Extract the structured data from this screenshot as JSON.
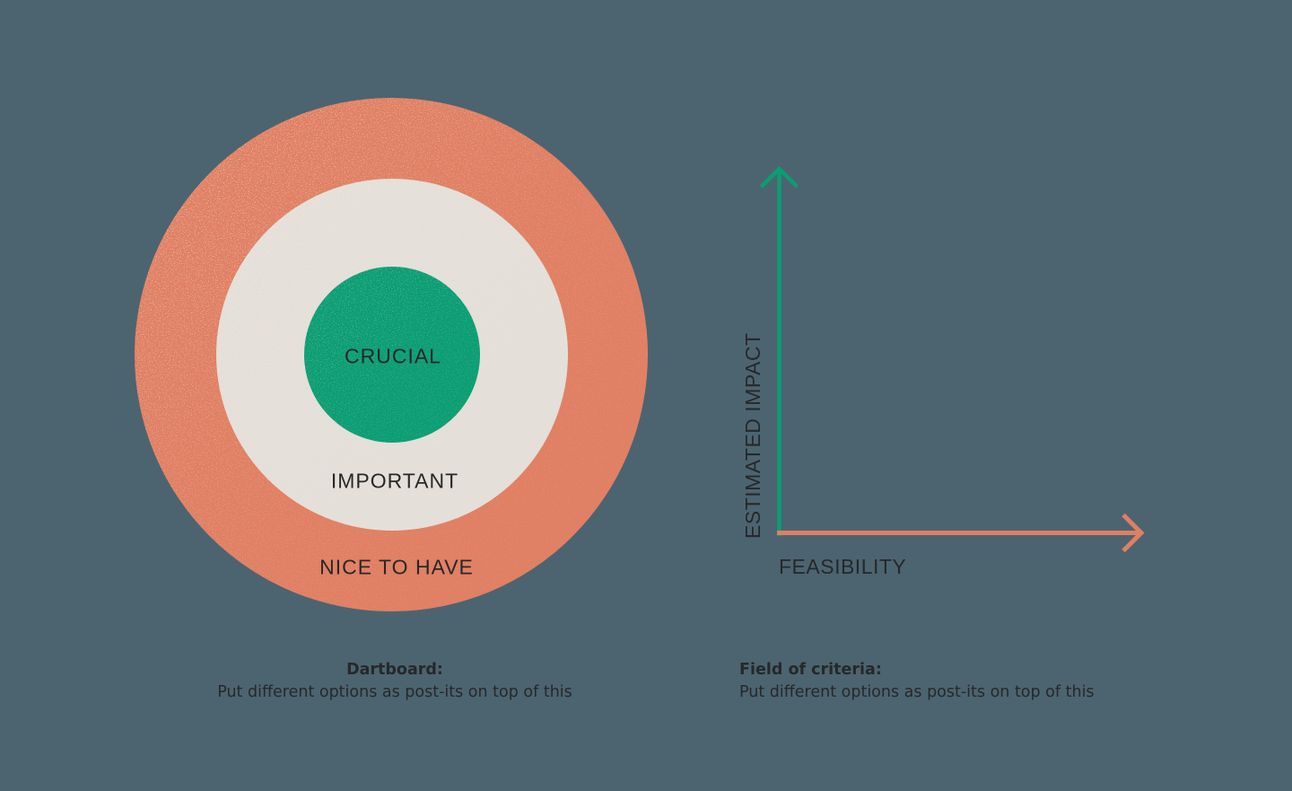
{
  "canvas": {
    "background": "#4C6470",
    "text_color": "#26282A"
  },
  "dartboard": {
    "rings": [
      {
        "name": "outer",
        "label": "NICE TO HAVE",
        "color": "#E07F63"
      },
      {
        "name": "middle",
        "label": "IMPORTANT",
        "color": "#E4DFD8"
      },
      {
        "name": "inner",
        "label": "CRUCIAL",
        "color": "#0B9D73"
      }
    ],
    "caption": {
      "title": "Dartboard:",
      "subtitle": "Put different options as post-its on top of this"
    }
  },
  "criteria_field": {
    "y_axis": {
      "label": "ESTIMATED IMPACT",
      "color": "#0B9D73"
    },
    "x_axis": {
      "label": "FEASIBILITY",
      "color": "#E07F63"
    },
    "caption": {
      "title": "Field of criteria:",
      "subtitle": "Put different options as post-its on top of this"
    }
  }
}
